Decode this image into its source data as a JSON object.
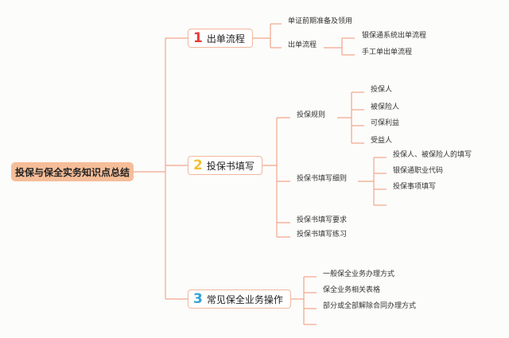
{
  "root": {
    "label": "投保与保全实务知识点总结"
  },
  "colors": {
    "line": "#f2a58a",
    "root_bg": "#f5bd98",
    "num1": "#e83b38",
    "num2": "#f1c232",
    "num3": "#31a3d8"
  },
  "branches": [
    {
      "num": "1",
      "label": "出单流程",
      "children": [
        {
          "label": "单证前期准备及领用"
        },
        {
          "label": "出单流程",
          "children": [
            "银保通系统出单流程",
            "手工单出单流程"
          ]
        }
      ]
    },
    {
      "num": "2",
      "label": "投保书填写",
      "children": [
        {
          "label": "投保规则",
          "children": [
            "投保人",
            "被保险人",
            "可保利益",
            "受益人"
          ]
        },
        {
          "label": "投保书填写细则",
          "children": [
            "投保人、被保险人的填写",
            "银保通职业代码",
            "投保事项填写"
          ]
        },
        {
          "label": "投保书填写要求"
        },
        {
          "label": "投保书填写练习"
        }
      ]
    },
    {
      "num": "3",
      "label": "常见保全业务操作",
      "children": [
        {
          "label": "一般保全业务办理方式"
        },
        {
          "label": "保全业务相关表格"
        },
        {
          "label": "部分或全部解除合同办理方式"
        }
      ]
    }
  ]
}
